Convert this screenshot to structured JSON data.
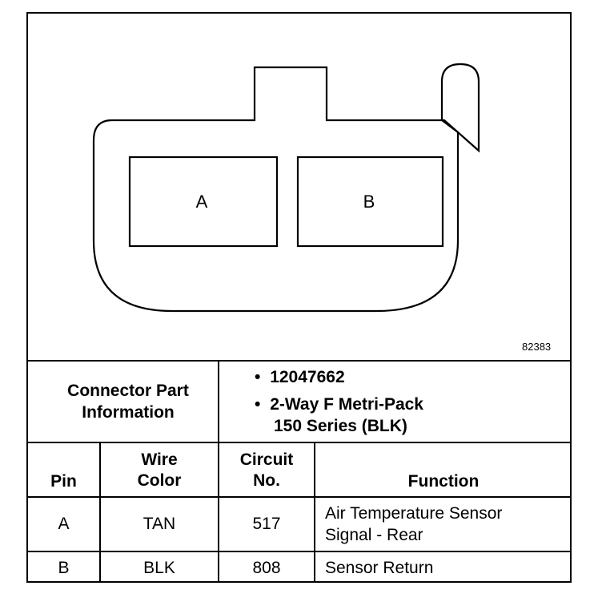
{
  "figure_id": "82383",
  "connector": {
    "pin_labels": [
      "A",
      "B"
    ]
  },
  "part_info": {
    "title_line1": "Connector Part",
    "title_line2": "Information",
    "bullets": [
      {
        "lines": [
          "12047662"
        ]
      },
      {
        "lines": [
          "2-Way F Metri-Pack",
          "150 Series (BLK)"
        ]
      }
    ]
  },
  "table": {
    "headers": {
      "pin": "Pin",
      "wire_color_1": "Wire",
      "wire_color_2": "Color",
      "circuit_1": "Circuit",
      "circuit_2": "No.",
      "function": "Function"
    },
    "rows": [
      {
        "pin": "A",
        "wire_color": "TAN",
        "circuit": "517",
        "function_line1": "Air Temperature Sensor",
        "function_line2": "Signal - Rear"
      },
      {
        "pin": "B",
        "wire_color": "BLK",
        "circuit": "808",
        "function_line1": "Sensor Return",
        "function_line2": ""
      }
    ]
  }
}
